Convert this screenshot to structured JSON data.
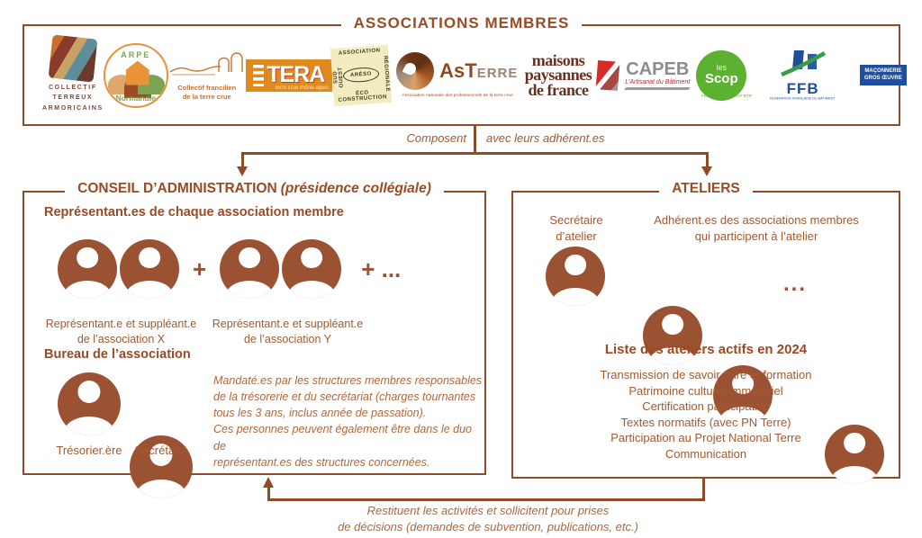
{
  "colors": {
    "accent": "#9A4A24",
    "line": "#8F4A28",
    "text": "#A25930",
    "italic": "#AF673C",
    "person_icon": "#9B5233"
  },
  "members_box": {
    "title": "ASSOCIATIONS MEMBRES",
    "logos": {
      "cta": {
        "line1": "COLLECTIF",
        "line2": "TERREUX",
        "line3": "ARMORICAINS"
      },
      "arpe": {
        "top": "ARPE",
        "bottom": "Normandie"
      },
      "francilien": {
        "line1": "Collectif francilien",
        "line2": "de la terre crue"
      },
      "tera": {
        "name": "TERA",
        "caption": "terre crue rhône-alpes"
      },
      "areso": {
        "top": "ASSOCIATION",
        "left": "SUD OUEST",
        "right": "RÉGIONALE",
        "center": "ARÉSO",
        "bottom": "ÉCO CONSTRUCTION"
      },
      "asterre": {
        "part1": "As",
        "part2": "T",
        "part3": "ERRE",
        "caption": "Association nationale des professionnels de la terre crue"
      },
      "mpf": {
        "line1": "maisons",
        "line2": "paysannes",
        "line3": "de france"
      },
      "capeb": {
        "name": "CAPEB",
        "tagline": "L’Artisanat du Bâtiment"
      },
      "scop": {
        "small": "les",
        "big": "Scop",
        "caption": "FÉDÉRATION SCOP BTP"
      },
      "ffb": {
        "name": "FFB",
        "caption": "FÉDÉRATION FRANÇAISE DU BÂTIMENT",
        "side1": "MAÇONNERIE",
        "side2": "GROS ŒUVRE"
      }
    }
  },
  "connectors": {
    "compose_label": "Composent",
    "adherents_label": "avec leurs adhérent.es",
    "bottom_line1": "Restituent les activités et sollicitent pour prises",
    "bottom_line2": "de décisions (demandes de subvention, publications, etc.)"
  },
  "conseil_box": {
    "title": "CONSEIL D’ADMINISTRATION",
    "title_suffix": "(présidence collégiale)",
    "reps_heading": "Représentant.es de chaque association membre",
    "plus": "+",
    "plus_more": "+ ...",
    "pair_x_line1": "Représentant.e et suppléant.e",
    "pair_x_line2": "de l’association X",
    "pair_y_line1": "Représentant.e et suppléant.e",
    "pair_y_line2": "de l’association Y",
    "bureau_heading": "Bureau de l’association",
    "tresorier_label": "Trésorier.ère",
    "secretaire_label": "Secrétaire",
    "note_line1": "Mandaté.es par les structures membres responsables",
    "note_line2": "de la trésorerie et du secrétariat (charges tournantes",
    "note_line3": "tous les 3 ans, inclus année de passation).",
    "note_line4": "Ces personnes peuvent également être dans le duo de",
    "note_line5": "représentant.es des structures concernées."
  },
  "ateliers_box": {
    "title": "ATELIERS",
    "secretaire_line1": "Secrétaire",
    "secretaire_line2": "d’atelier",
    "adherents_line1": "Adhérent.es des associations membres",
    "adherents_line2": "qui participent à l’atelier",
    "dots": "...",
    "list_title": "Liste des ateliers actifs en 2024",
    "list": [
      "Transmission de savoir-faire et formation",
      "Patrimoine culturel immatériel",
      "Certification participative",
      "Textes normatifs (avec PN Terre)",
      "Participation au Projet National Terre",
      "Communication"
    ]
  }
}
